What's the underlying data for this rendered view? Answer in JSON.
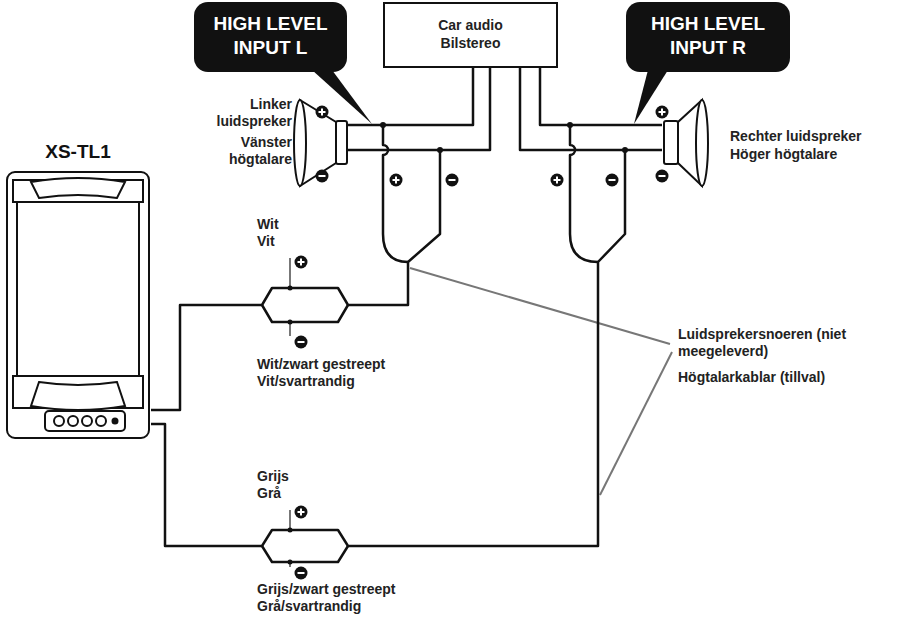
{
  "diagram": {
    "nodes": [
      {
        "text": [
          "Car audio",
          "Bilstereo"
        ]
      },
      {
        "text": [
          "HIGH LEVEL INPUT L"
        ]
      },
      {
        "text": [
          "HIGH LEVEL INPUT R"
        ]
      },
      {
        "text": [
          "XS-TL1"
        ]
      }
    ],
    "edges": [
      {
        "from": 0,
        "to": 3,
        "arrow": "none"
      },
      {
        "from": 0,
        "to": 3,
        "arrow": "none"
      }
    ],
    "labels": [
      "Linker luidspreker",
      "Vänster högtalare",
      "Rechter luidspreker",
      "Höger högtalare",
      "Wit",
      "Vit",
      "Wit/zwart gestreept",
      "Vit/svartrandig",
      "Grijs",
      "Grå",
      "Grijs/zwart gestreept",
      "Grå/svartrandig",
      "Luidsprekersnoeren (niet meegeleverd)",
      "Högtalarkablar (tillval)"
    ]
  }
}
